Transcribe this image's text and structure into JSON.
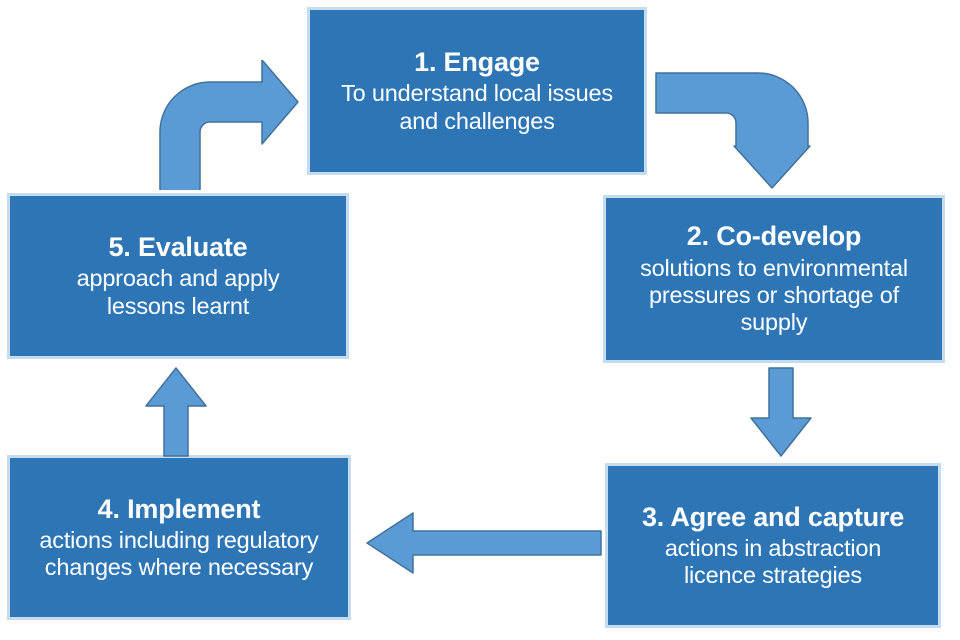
{
  "diagram": {
    "type": "cycle-flow",
    "background_color": "#FFFFFF",
    "node_fill_color": "#2E75B6",
    "node_border_color": "#C5DCF0",
    "node_text_color": "#FFFFFF",
    "arrow_fill_color": "#5B9BD5",
    "arrow_border_color": "#41719C",
    "nodes": [
      {
        "id": "engage",
        "title": "1. Engage",
        "lines": [
          "To understand local issues",
          "and challenges"
        ]
      },
      {
        "id": "co-develop",
        "title": "2. Co-develop",
        "lines": [
          "solutions to environmental",
          "pressures or shortage of",
          "supply"
        ]
      },
      {
        "id": "agree-and-capture",
        "title": "3. Agree and capture",
        "lines": [
          "actions in abstraction",
          "licence strategies"
        ]
      },
      {
        "id": "implement",
        "title": "4. Implement",
        "lines": [
          "actions including regulatory",
          "changes where necessary"
        ]
      },
      {
        "id": "evaluate",
        "title": "5. Evaluate",
        "lines": [
          "approach and apply",
          "lessons learnt"
        ]
      }
    ],
    "arrows": [
      {
        "id": "evaluate-to-engage",
        "icon": "elbow-up-right-arrow-icon",
        "from": "evaluate",
        "to": "engage"
      },
      {
        "id": "engage-to-co-develop",
        "icon": "elbow-right-down-arrow-icon",
        "from": "engage",
        "to": "co-develop"
      },
      {
        "id": "co-develop-to-agree",
        "icon": "arrow-down-icon",
        "from": "co-develop",
        "to": "agree-and-capture"
      },
      {
        "id": "agree-to-implement",
        "icon": "arrow-left-icon",
        "from": "agree-and-capture",
        "to": "implement"
      },
      {
        "id": "implement-to-evaluate",
        "icon": "arrow-up-icon",
        "from": "implement",
        "to": "evaluate"
      }
    ]
  }
}
